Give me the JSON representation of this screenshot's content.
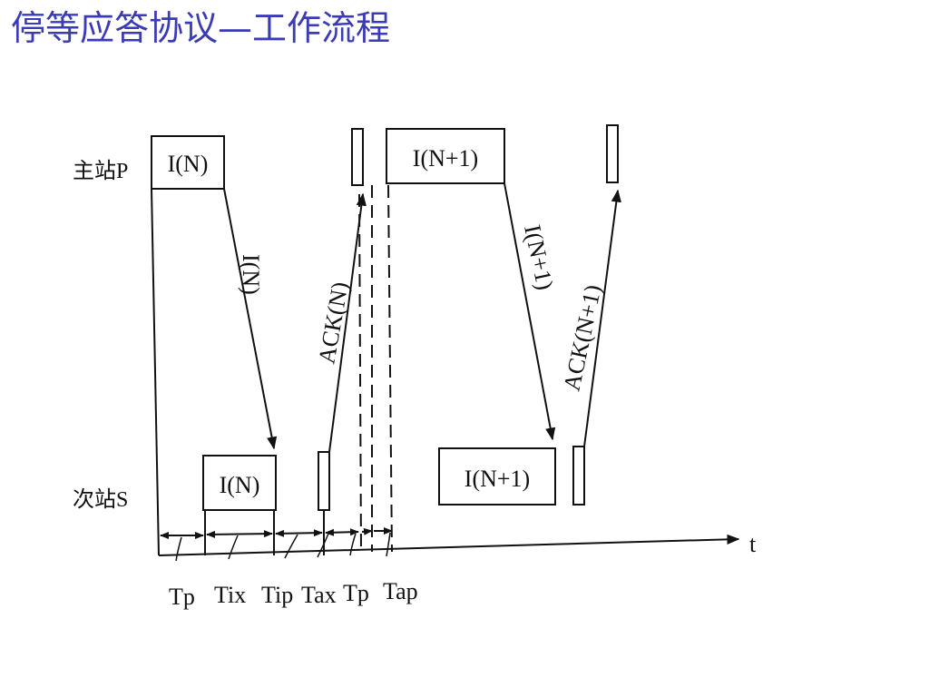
{
  "slide": {
    "title": "停等应答协议—工作流程"
  },
  "diagram": {
    "stations": {
      "primary": "主站P",
      "secondary": "次站S"
    },
    "frames": {
      "primary_first": "I(N)",
      "primary_second": "I(N+1)",
      "secondary_first": "I(N)",
      "secondary_second": "I(N+1)"
    },
    "arrows": {
      "send_n": "I(N)",
      "ack_n": "ACK(N)",
      "send_n1": "I(N+1)",
      "ack_n1": "ACK(N+1)"
    },
    "axis": {
      "label": "t"
    },
    "intervals": [
      "Tp",
      "Tix",
      "Tip",
      "Tax",
      "Tp",
      "Tap"
    ]
  }
}
